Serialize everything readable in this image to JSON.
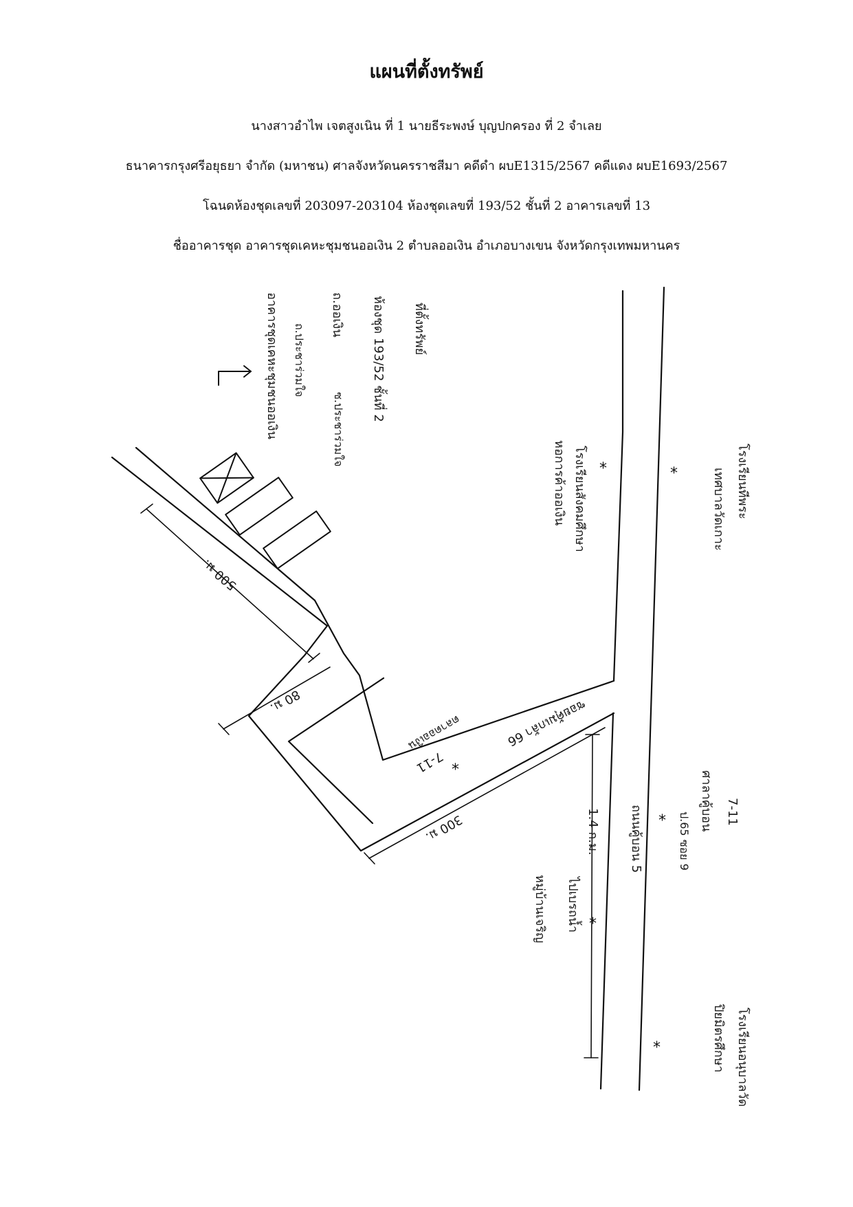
{
  "header": {
    "title": "แผนที่ตั้งทรัพย์",
    "line1": "นางสาวอำไพ เจตสูงเนิน ที่ 1 นายธีระพงษ์ บุญปกครอง ที่ 2   จำเลย",
    "line2": "ธนาคารกรุงศรีอยุธยา จำกัด (มหาชน)   ศาลจังหวัดนครราชสีมา  คดีดำ ผบE1315/2567   คดีแดง ผบE1693/2567",
    "line3": "โฉนดห้องชุดเลขที่ 203097-203104 ห้องชุดเลขที่ 193/52 ชั้นที่ 2  อาคารเลขที่ 13",
    "line4": "ชื่ออาคารชุด  อาคารชุดเคหะชุมชนออเงิน 2  ตำบลออเงิน  อำเภอบางเขน  จังหวัดกรุงเทพมหานคร"
  },
  "map": {
    "property_note_1": "ที่ตั้งทรัพย์",
    "property_note_2": "ห้องชุด 193/52   ชั้นที่ 2",
    "property_note_3": "ถ.ออเงิน",
    "property_note_4": "ซ.ประชาร่วมใจ",
    "building_label_1": "อาคารชุดเคหะชุมชนออเงิน",
    "building_label_2": "ถ.ประชาร่วมใจ",
    "dist_500": "500 ม.",
    "dist_80": "80 ม.",
    "dist_300": "300 ม.",
    "dist_1_4": "1.4 ก.ม.",
    "road_soi": "ซอยคุ้มเกล้า 66",
    "road_main": "ถนนคู้บอน 5",
    "lm_711_a": "7-11",
    "lm_711_b": "7-11",
    "lm_tops": "ตลาดออเงิน",
    "lm_school_1": "โรงเรียนสังคมศึกษา",
    "lm_school_2": "หอการค้าออเงิน",
    "lm_school_3": "โรงเรียนทีพระ",
    "lm_school_4": "เทศบาลวัดเกาะ",
    "lm_church_1": "ศาลาคู้บอน",
    "lm_church_2": "ป.65 ซอย 9",
    "lm_market_1": "ไปเบรถน้ำ",
    "lm_market_2": "หมู่บ้านเจริญ",
    "lm_hosp_1": "โรงเรียนอนุบาลวัด",
    "lm_hosp_2": "ปิยมิตรศึกษา"
  }
}
